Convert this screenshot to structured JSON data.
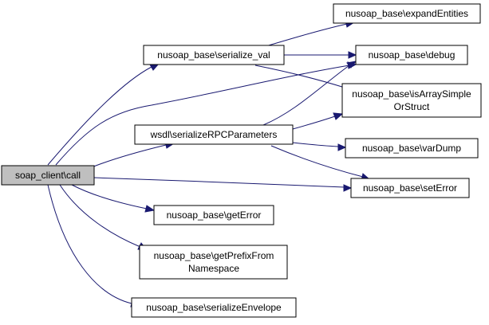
{
  "colors": {
    "edge": "#191970",
    "root_fill": "#bfbfbf",
    "node_fill": "#ffffff"
  },
  "nodes": {
    "root": "soap_client\\call",
    "serialize_val": "nusoap_base\\serialize_val",
    "expand_entities": "nusoap_base\\expandEntities",
    "debug": "nusoap_base\\debug",
    "is_array_simple_line1": "nusoap_base\\isArraySimple",
    "is_array_simple_line2": "OrStruct",
    "serialize_rpc": "wsdl\\serializeRPCParameters",
    "var_dump": "nusoap_base\\varDump",
    "set_error": "nusoap_base\\setError",
    "get_error": "nusoap_base\\getError",
    "get_prefix_line1": "nusoap_base\\getPrefixFrom",
    "get_prefix_line2": "Namespace",
    "serialize_envelope": "nusoap_base\\serializeEnvelope"
  }
}
